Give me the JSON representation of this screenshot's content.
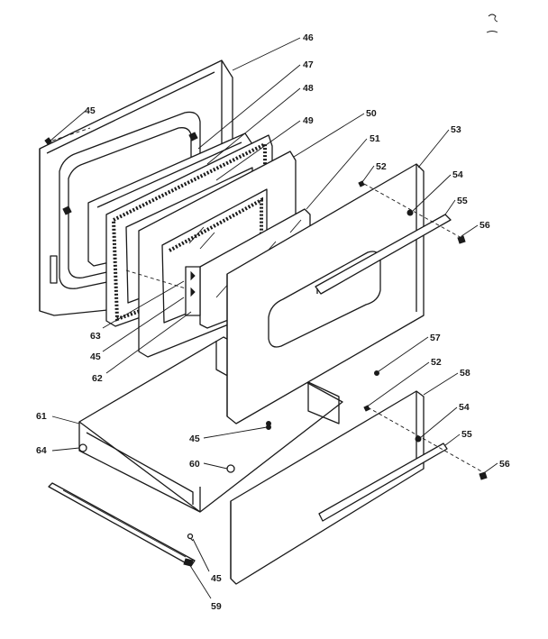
{
  "labels": {
    "l46": "46",
    "l47": "47",
    "l48": "48",
    "l49": "49",
    "l50": "50",
    "l51": "51",
    "l53": "53",
    "l45_top": "45",
    "l52_top": "52",
    "l54_top": "54",
    "l55_top": "55",
    "l56_top": "56",
    "l63": "63",
    "l45_mid": "45",
    "l62": "62",
    "l57": "57",
    "l52_bot": "52",
    "l58": "58",
    "l54_bot": "54",
    "l55_bot": "55",
    "l56_bot": "56",
    "l61": "61",
    "l45_door": "45",
    "l64": "64",
    "l60": "60",
    "l45_bot": "45",
    "l59": "59"
  }
}
